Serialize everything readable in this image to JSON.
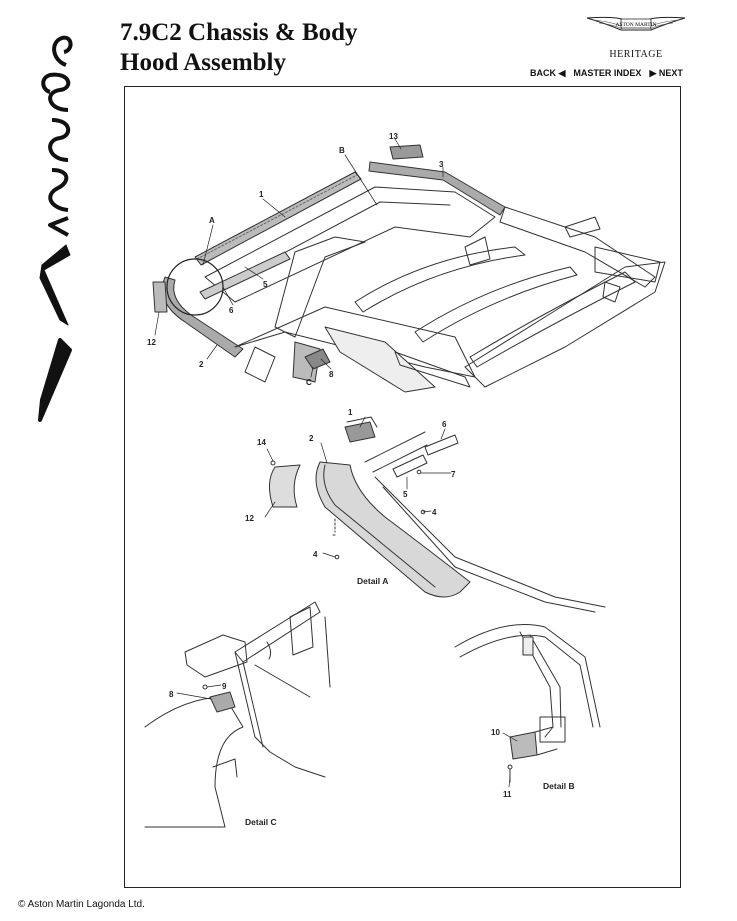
{
  "header": {
    "title_line1": "7.9C2 Chassis & Body",
    "title_line2": "Hood Assembly",
    "brand_badge": "ASTON MARTIN",
    "brand_sub": "HERITAGE",
    "logo_text": "Virage"
  },
  "nav": {
    "back": "BACK ◀",
    "master_index": "MASTER INDEX",
    "next": "▶ NEXT"
  },
  "diagram": {
    "main_labels": [
      "13",
      "B",
      "3",
      "1",
      "A",
      "5",
      "6",
      "12",
      "2",
      "C",
      "8"
    ],
    "detail_a": {
      "caption": "Detail A",
      "labels": [
        "1",
        "2",
        "6",
        "14",
        "7",
        "5",
        "4",
        "12",
        "4"
      ]
    },
    "detail_b": {
      "caption": "Detail B",
      "labels": [
        "10",
        "11"
      ]
    },
    "detail_c": {
      "caption": "Detail C",
      "labels": [
        "8",
        "9"
      ]
    }
  },
  "footer": {
    "copyright": "© Aston Martin Lagonda Ltd."
  }
}
